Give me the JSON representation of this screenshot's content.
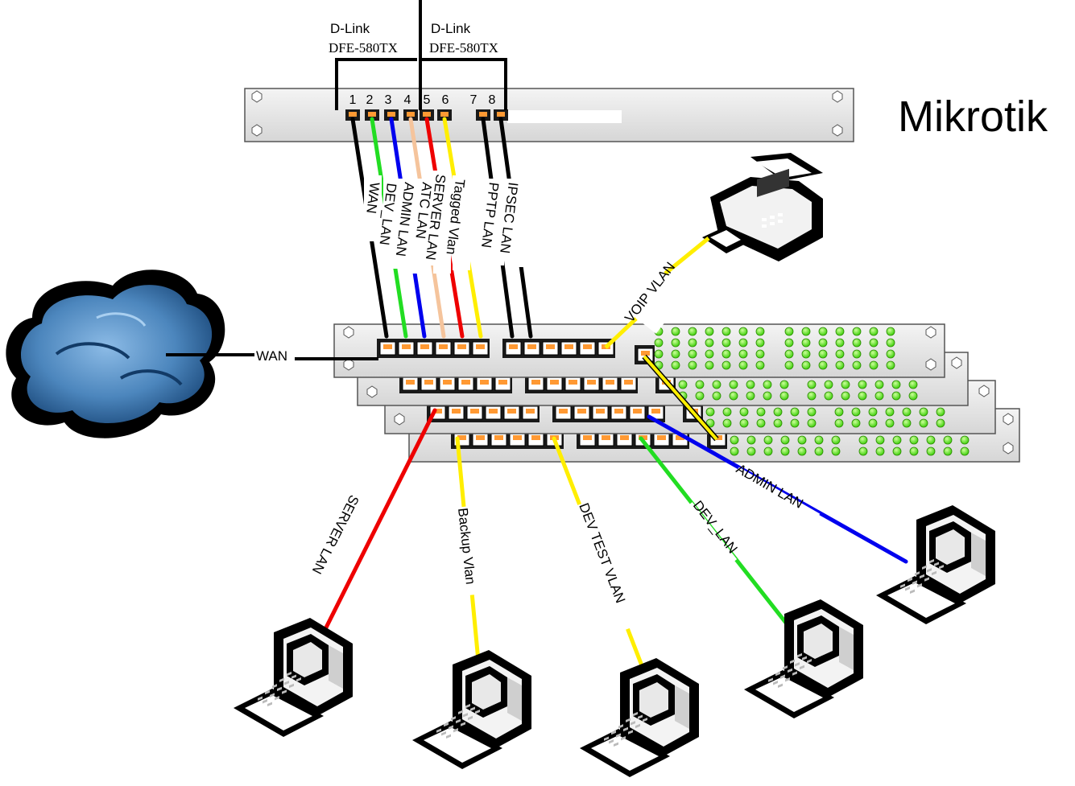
{
  "router": {
    "title": "Mikrotik",
    "nic_left": {
      "brand": "D-Link",
      "model": "DFE-580TX"
    },
    "nic_right": {
      "brand": "D-Link",
      "model": "DFE-580TX"
    },
    "port_numbers": [
      "1",
      "2",
      "3",
      "4",
      "5",
      "6",
      "7",
      "8"
    ]
  },
  "uplinks": [
    {
      "label": "WAN",
      "color": "#000000"
    },
    {
      "label": "DEV_LAN",
      "color": "#22dd22"
    },
    {
      "label": "ADMIN LAN",
      "color": "#0000ee"
    },
    {
      "label": "ATC LAN",
      "color": "#f5c49c"
    },
    {
      "label": "SERVER LAN",
      "color": "#ee0000"
    },
    {
      "label": "Tagged Vlan",
      "color": "#ffee00"
    },
    {
      "label": "PPTP LAN",
      "color": "#000000"
    },
    {
      "label": "IPSEC LAN",
      "color": "#000000"
    }
  ],
  "internet": {
    "label": "WAN",
    "icon": "cloud-icon"
  },
  "fax": {
    "label": "VOIP VLAN",
    "color": "#ffee00",
    "icon": "fax-icon"
  },
  "clients": [
    {
      "label": "SERVER LAN",
      "color": "#ee0000",
      "icon": "computer-icon"
    },
    {
      "label": "Backup Vlan",
      "color": "#ffee00",
      "icon": "computer-icon"
    },
    {
      "label": "DEV TEST VLAN",
      "color": "#ffee00",
      "icon": "computer-icon"
    },
    {
      "label": "DEV_LAN",
      "color": "#22dd22",
      "icon": "computer-icon"
    },
    {
      "label": "ADMIN LAN",
      "color": "#0000ee",
      "icon": "computer-icon"
    }
  ],
  "switch_stack": {
    "units": 4,
    "icon": "switch-icon"
  },
  "colors": {
    "panel": "#e4e4e4",
    "port": "#1a1a1a",
    "port_pin": "#ff9933",
    "led": "#66ff33"
  }
}
